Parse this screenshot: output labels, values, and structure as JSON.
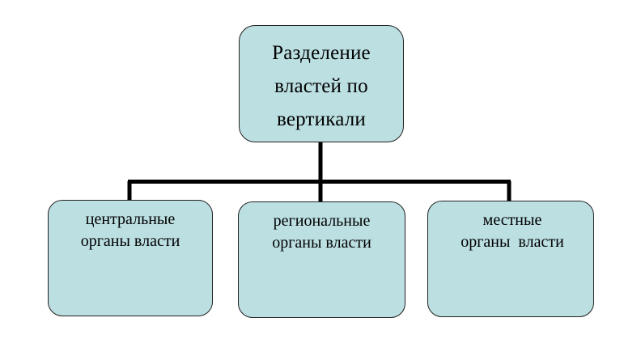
{
  "diagram": {
    "title": "Разделение властей по вертикали",
    "type": "hierarchy-tree",
    "colors": {
      "node_fill": "#bcdfe2",
      "node_border": "#222222",
      "connector": "#000000",
      "background": "#ffffff",
      "text": "#000000"
    },
    "root": {
      "id": "root",
      "label": "Разделение\nвластей по\nвертикали"
    },
    "children": [
      {
        "id": "central",
        "label": "центральные\nорганы власти"
      },
      {
        "id": "regional",
        "label": "региональные\nорганы власти"
      },
      {
        "id": "local",
        "label": "местные\nорганы  власти"
      }
    ]
  }
}
